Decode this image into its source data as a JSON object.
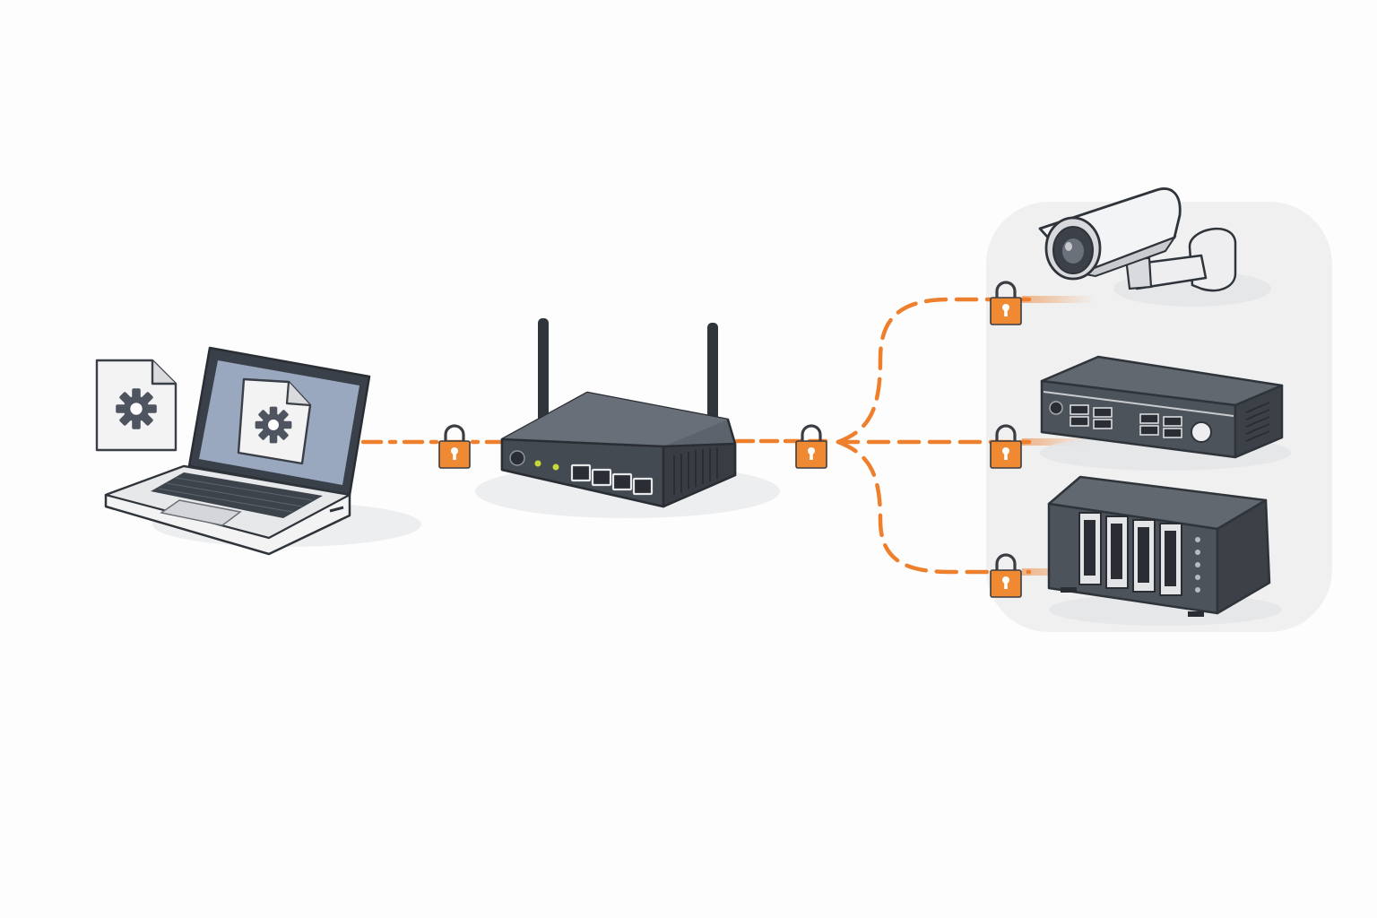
{
  "diagram": {
    "nodes": [
      {
        "id": "config-file",
        "icon": "config-file-icon"
      },
      {
        "id": "laptop",
        "icon": "laptop-icon",
        "screen_content": "config-file-icon"
      },
      {
        "id": "router",
        "icon": "router-icon",
        "antennas": 2,
        "ports": 4
      },
      {
        "id": "security-camera",
        "icon": "camera-icon",
        "group": "device-zone"
      },
      {
        "id": "network-appliance",
        "icon": "appliance-icon",
        "group": "device-zone"
      },
      {
        "id": "nas-storage",
        "icon": "nas-icon",
        "group": "device-zone",
        "drive_bays": 4
      }
    ],
    "links": [
      {
        "from": "laptop",
        "to": "router",
        "style": "dashed",
        "secured": true
      },
      {
        "from": "router",
        "to": "security-camera",
        "style": "dashed",
        "secured": true
      },
      {
        "from": "router",
        "to": "network-appliance",
        "style": "dashed",
        "secured": true
      },
      {
        "from": "router",
        "to": "nas-storage",
        "style": "dashed",
        "secured": true
      }
    ],
    "lock_icon": "padlock-icon",
    "lock_count": 5
  },
  "colors": {
    "link": "#ee7f2d",
    "lock": "#ef8a33",
    "device_dark": "#4b5058",
    "device_outline": "#2f343b",
    "laptop_screen": "#9aa8bf",
    "zone_fill": "#f0f0f1",
    "gear": "#4f5560"
  }
}
